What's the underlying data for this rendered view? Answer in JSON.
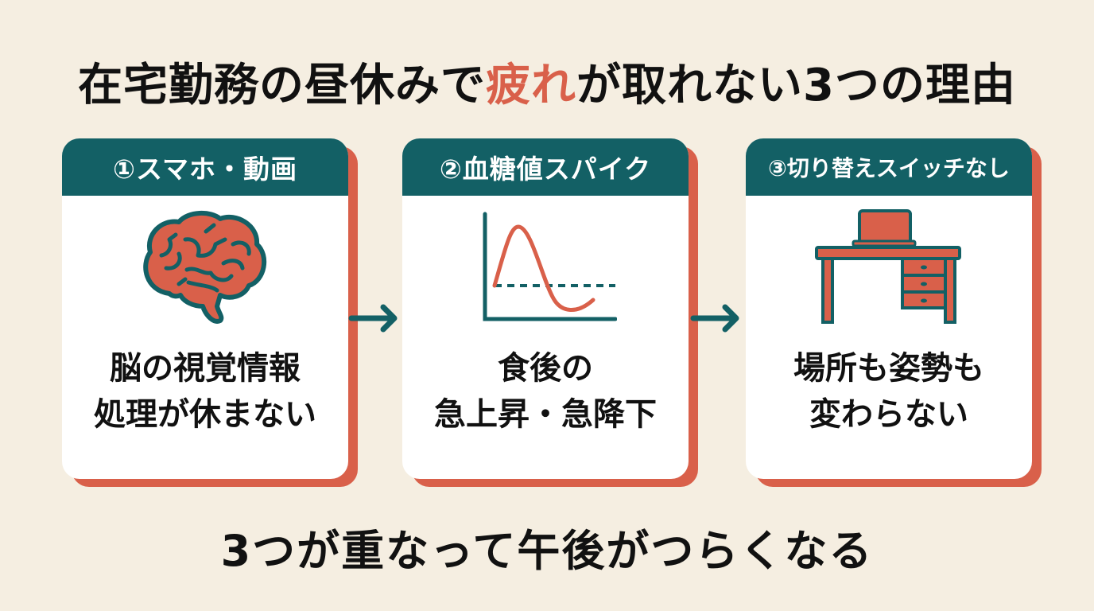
{
  "title": {
    "before": "在宅勤務の昼休みで",
    "highlight": "疲れ",
    "after": "が取れない3つの理由"
  },
  "colors": {
    "background": "#f5eee1",
    "teal": "#136065",
    "coral": "#d9604a",
    "text": "#111111",
    "card": "#ffffff"
  },
  "cards": [
    {
      "header": "①スマホ・動画",
      "icon": "brain-icon",
      "line1": "脳の視覚情報",
      "line2": "処理が休まない"
    },
    {
      "header": "②血糖値スパイク",
      "icon": "blood-sugar-spike-graph-icon",
      "line1": "食後の",
      "line2": "急上昇・急降下"
    },
    {
      "header": "③切り替えスイッチなし",
      "icon": "desk-icon",
      "line1": "場所も姿勢も",
      "line2": "変わらない"
    }
  ],
  "arrows": [
    "arrow-right-icon",
    "arrow-right-icon"
  ],
  "conclusion": "3つが重なって午後がつらくなる"
}
